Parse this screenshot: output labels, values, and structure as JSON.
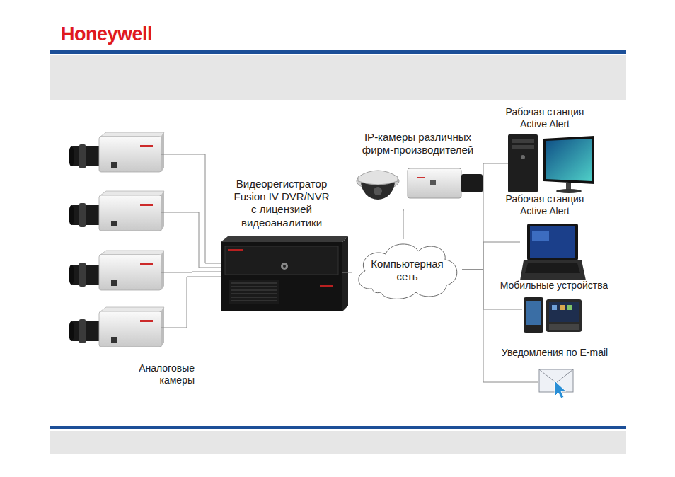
{
  "diagram": {
    "nodes": [
      {
        "text": [
          "Аналоговые камеры"
        ]
      },
      {
        "text": [
          "Видеорегистратор Fusion IV DVR/NVR с лицензией видеоаналитики"
        ]
      },
      {
        "text": [
          "IP-камеры различных фирм-производителей"
        ]
      },
      {
        "text": [
          "Компьютерная сеть"
        ]
      },
      {
        "text": [
          "Рабочая станция Active Alert"
        ]
      },
      {
        "text": [
          "Рабочая станция Active Alert"
        ]
      },
      {
        "text": [
          "Мобильные устройства"
        ]
      },
      {
        "text": [
          "Уведомления по E-mail"
        ]
      }
    ],
    "edges": [
      {
        "from": 0,
        "to": 1,
        "arrow": "none"
      },
      {
        "from": 0,
        "to": 1,
        "arrow": "none"
      },
      {
        "from": 0,
        "to": 1,
        "arrow": "none"
      },
      {
        "from": 0,
        "to": 1,
        "arrow": "none"
      },
      {
        "from": 1,
        "to": 3,
        "arrow": "none"
      },
      {
        "from": 2,
        "to": 3,
        "arrow": "none"
      },
      {
        "from": 3,
        "to": 4,
        "arrow": "none"
      },
      {
        "from": 3,
        "to": 5,
        "arrow": "none"
      },
      {
        "from": 3,
        "to": 6,
        "arrow": "none"
      },
      {
        "from": 3,
        "to": 7,
        "arrow": "none"
      }
    ],
    "labels": [
      "Honeywell"
    ]
  }
}
